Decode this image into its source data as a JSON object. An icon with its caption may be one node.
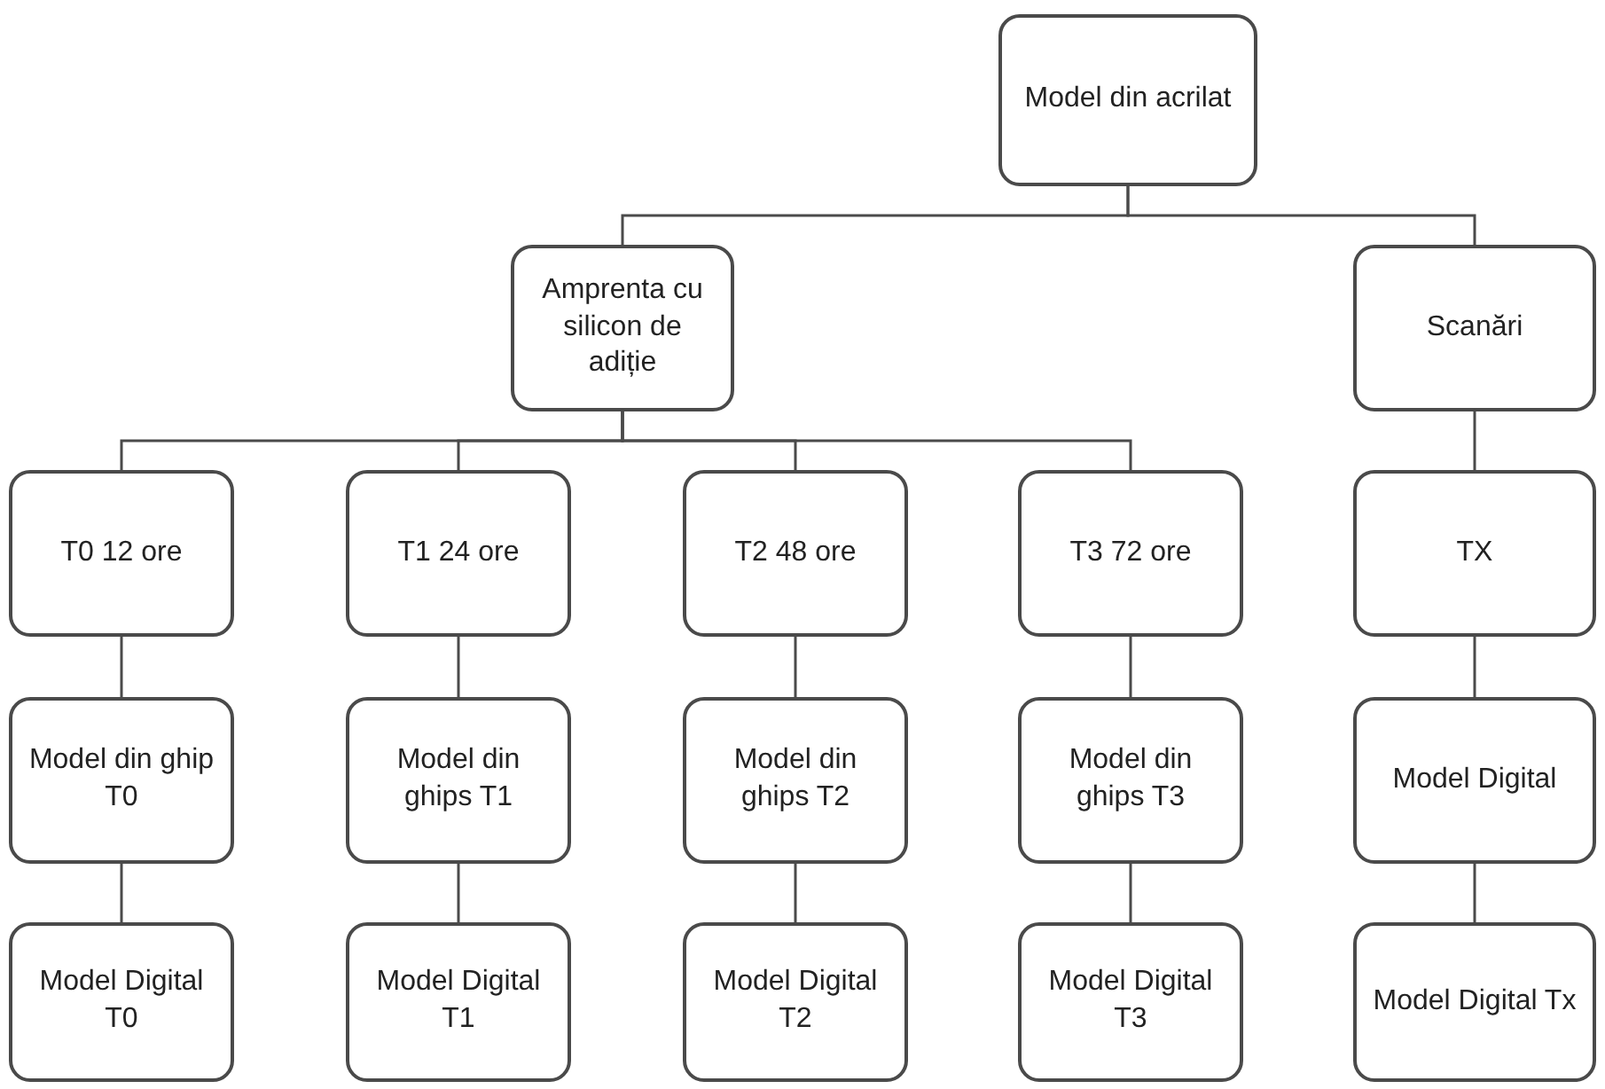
{
  "diagram": {
    "nodes": [
      {
        "text": [
          "Model din acrilat"
        ]
      },
      {
        "text": [
          "Amprenta cu silicon de adiție"
        ]
      },
      {
        "text": [
          "Scanări"
        ]
      },
      {
        "text": [
          "T0 12 ore"
        ]
      },
      {
        "text": [
          "T1 24 ore"
        ]
      },
      {
        "text": [
          "T2 48 ore"
        ]
      },
      {
        "text": [
          "T3 72 ore"
        ]
      },
      {
        "text": [
          "TX"
        ]
      },
      {
        "text": [
          "Model din ghip T0"
        ]
      },
      {
        "text": [
          "Model din ghips T1"
        ]
      },
      {
        "text": [
          "Model din ghips T2"
        ]
      },
      {
        "text": [
          "Model din ghips T3"
        ]
      },
      {
        "text": [
          "Model Digital"
        ]
      },
      {
        "text": [
          "Model Digital T0"
        ]
      },
      {
        "text": [
          "Model Digital T1"
        ]
      },
      {
        "text": [
          "Model Digital T2"
        ]
      },
      {
        "text": [
          "Model Digital T3"
        ]
      },
      {
        "text": [
          "Model Digital Tx"
        ]
      }
    ],
    "edges": [
      {
        "from": 0,
        "to": 1,
        "arrow": "none"
      },
      {
        "from": 0,
        "to": 2,
        "arrow": "none"
      },
      {
        "from": 1,
        "to": 3,
        "arrow": "none"
      },
      {
        "from": 1,
        "to": 4,
        "arrow": "none"
      },
      {
        "from": 1,
        "to": 5,
        "arrow": "none"
      },
      {
        "from": 1,
        "to": 6,
        "arrow": "none"
      },
      {
        "from": 2,
        "to": 7,
        "arrow": "none"
      },
      {
        "from": 3,
        "to": 8,
        "arrow": "none"
      },
      {
        "from": 4,
        "to": 9,
        "arrow": "none"
      },
      {
        "from": 5,
        "to": 10,
        "arrow": "none"
      },
      {
        "from": 6,
        "to": 11,
        "arrow": "none"
      },
      {
        "from": 7,
        "to": 12,
        "arrow": "none"
      },
      {
        "from": 8,
        "to": 13,
        "arrow": "none"
      },
      {
        "from": 9,
        "to": 14,
        "arrow": "none"
      },
      {
        "from": 10,
        "to": 15,
        "arrow": "none"
      },
      {
        "from": 11,
        "to": 16,
        "arrow": "none"
      },
      {
        "from": 12,
        "to": 17,
        "arrow": "none"
      }
    ]
  }
}
